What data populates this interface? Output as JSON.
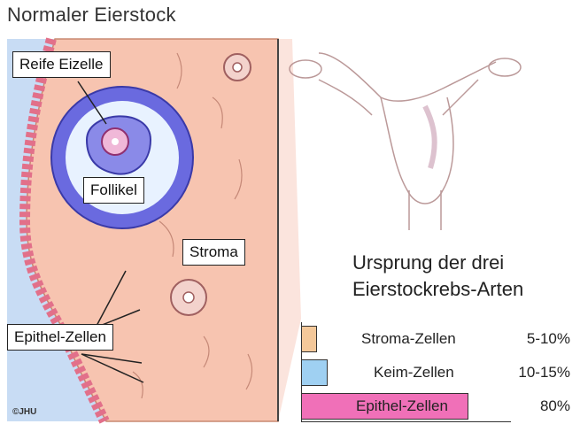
{
  "title": "Normaler Eierstock",
  "labels": {
    "mature_egg": "Reife Eizelle",
    "follicle": "Follikel",
    "stroma": "Stroma",
    "epithelium": "Epithel-Zellen"
  },
  "copyright": "©JHU",
  "subtitle": {
    "line1": "Ursprung der drei",
    "line2": "Eierstockrebs-Arten"
  },
  "legend": {
    "rows": [
      {
        "label": "Stroma-Zellen",
        "value": "5-10%",
        "fraction": 0.075,
        "color": "#f4c89a"
      },
      {
        "label": "Keim-Zellen",
        "value": "10-15%",
        "fraction": 0.125,
        "color": "#9fd0f2"
      },
      {
        "label": "Epithel-Zellen",
        "value": "80%",
        "fraction": 0.8,
        "color": "#f070b8"
      }
    ]
  },
  "colors": {
    "tissue": "#f7c4b0",
    "background_fluid": "#c8dcf4",
    "follicle": "#6a6adf",
    "epithelium": "#e2708a"
  }
}
